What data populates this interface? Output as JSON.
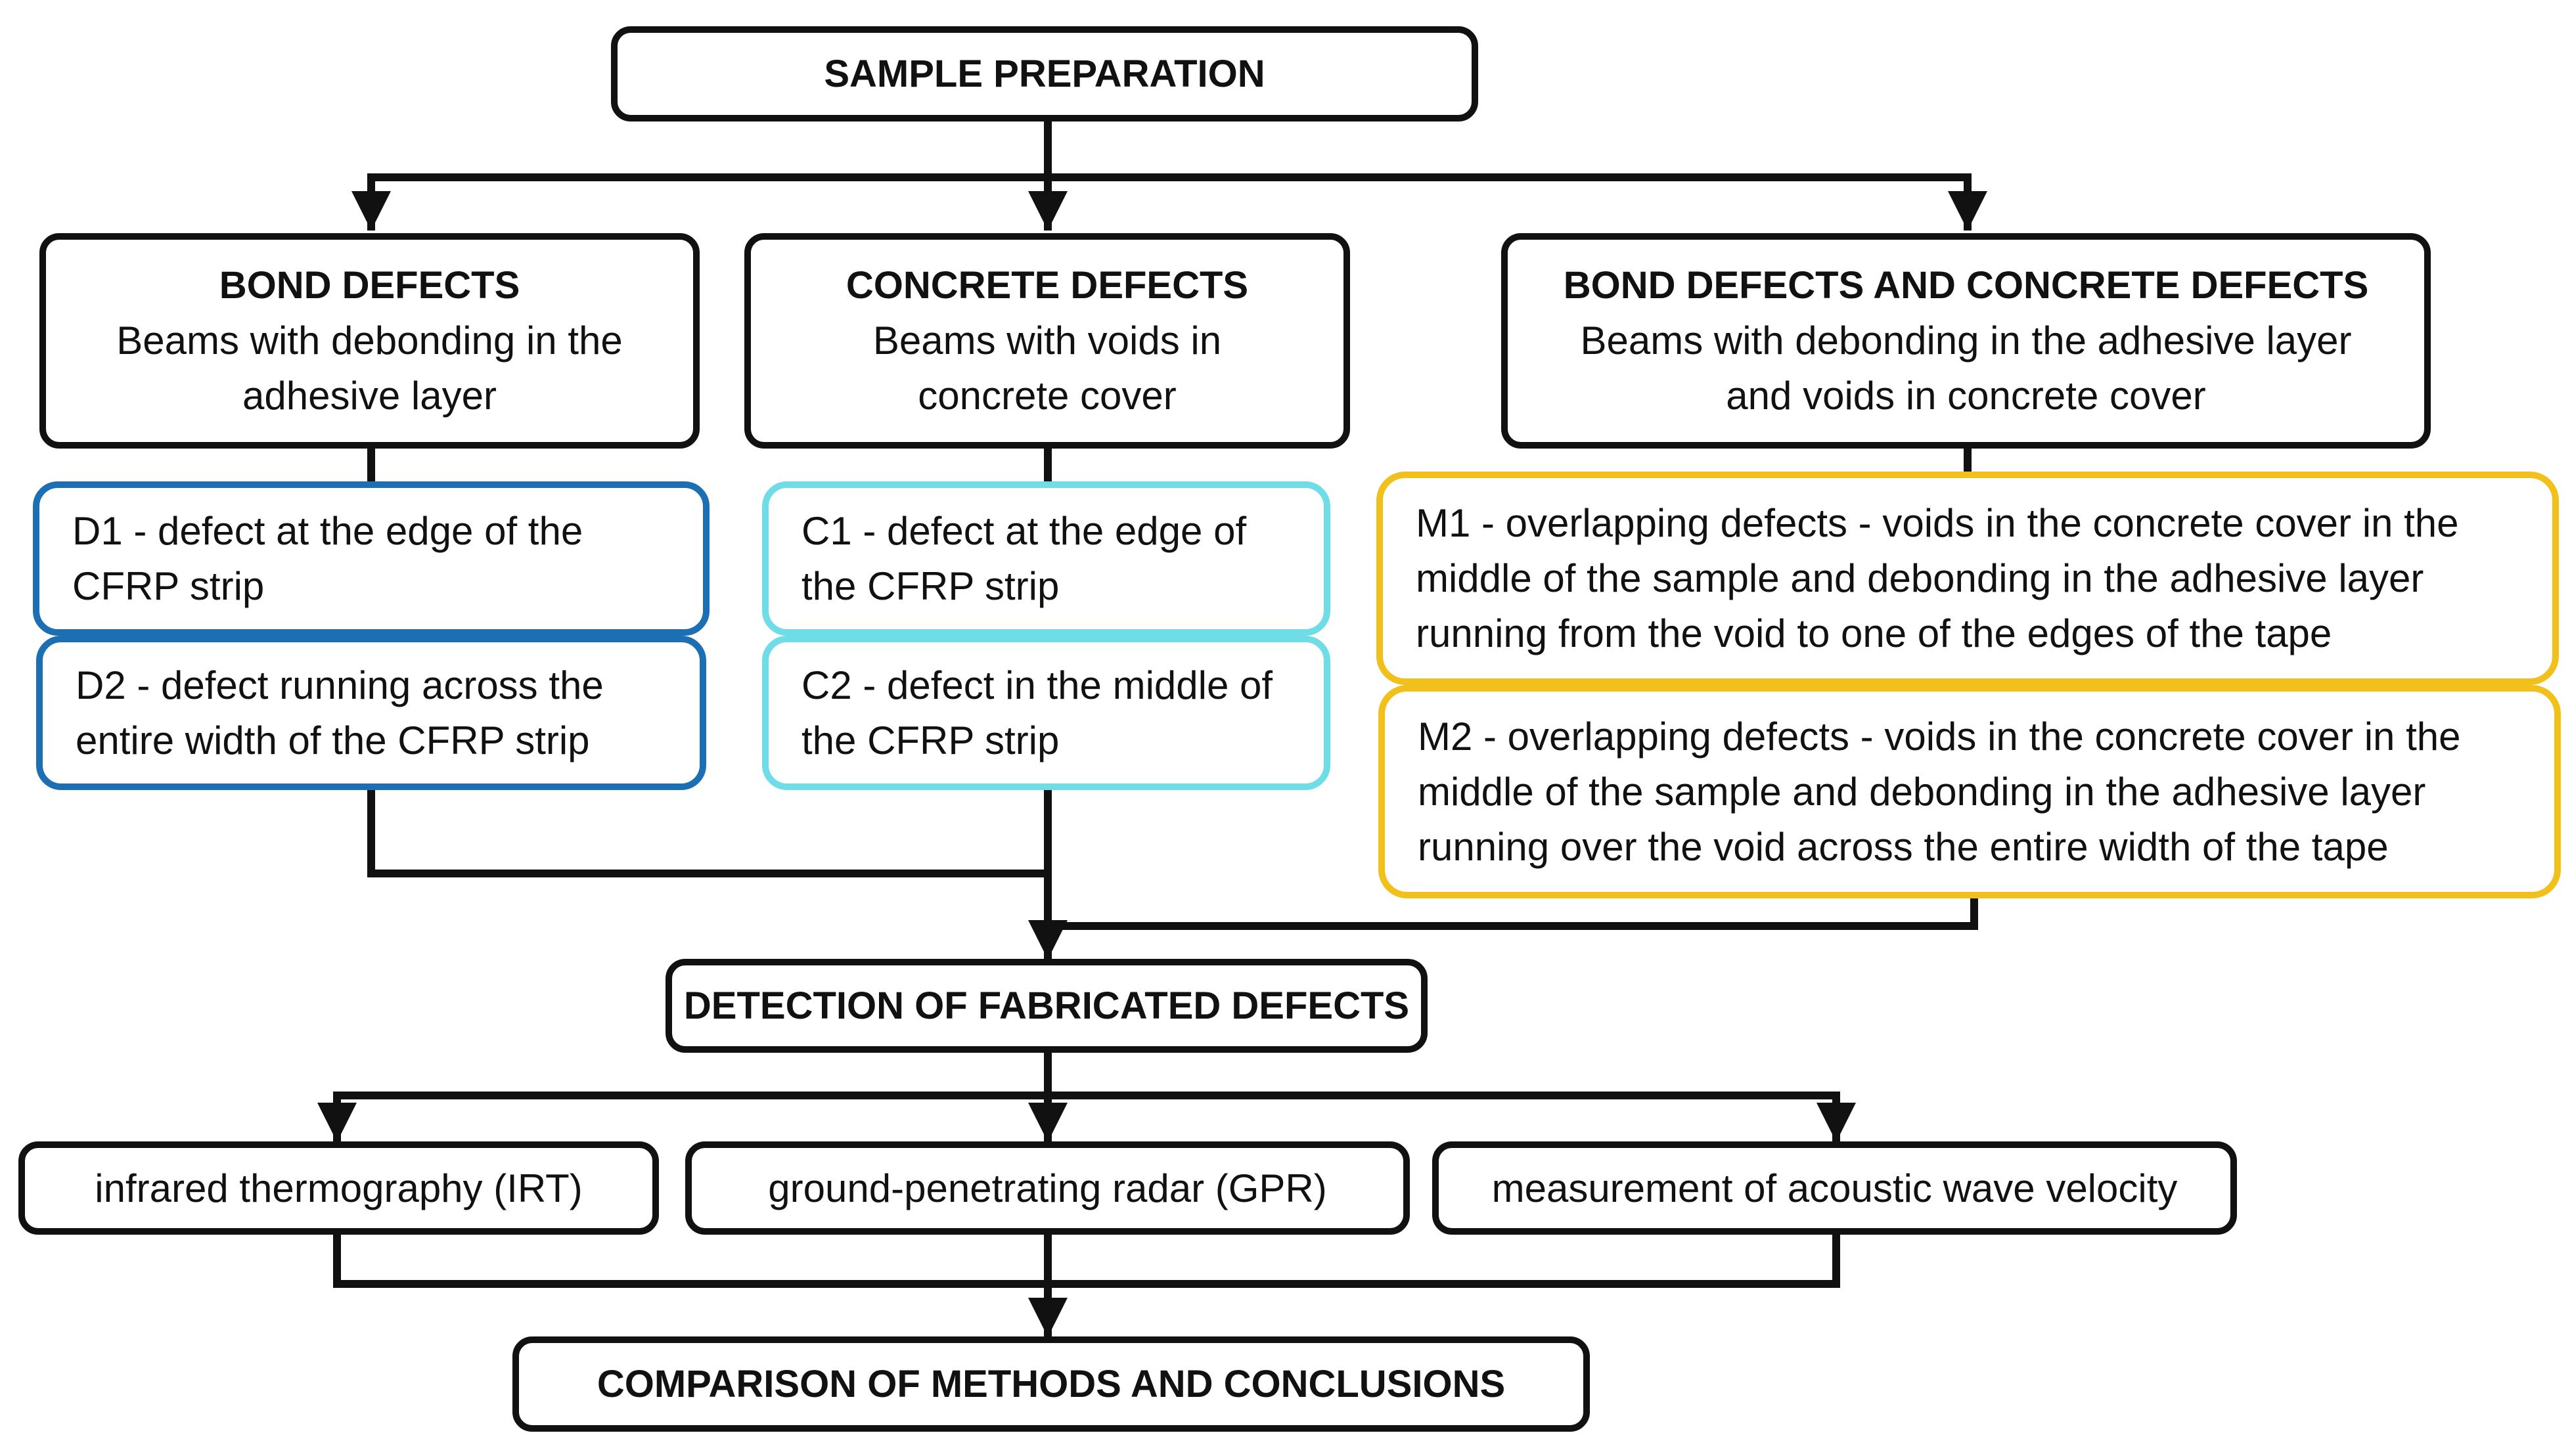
{
  "sample_preparation": "SAMPLE PREPARATION",
  "bond_defects": {
    "title": "BOND DEFECTS",
    "desc_1": "Beams with debonding in the",
    "desc_2": "adhesive layer",
    "items": [
      {
        "line_1": "D1 - defect at the edge of the",
        "line_2": "CFRP strip"
      },
      {
        "line_1": "D2 - defect running across the",
        "line_2": "entire width of the CFRP strip"
      }
    ]
  },
  "concrete_defects": {
    "title": "CONCRETE DEFECTS",
    "desc_1": "Beams with voids in",
    "desc_2": "concrete cover",
    "items": [
      {
        "line_1": "C1 - defect at the edge of",
        "line_2": "the CFRP strip"
      },
      {
        "line_1": "C2 - defect in the middle of",
        "line_2": "the CFRP strip"
      }
    ]
  },
  "combined_defects": {
    "title": "BOND DEFECTS AND CONCRETE DEFECTS",
    "desc_1": "Beams with debonding in the adhesive layer",
    "desc_2": "and voids in concrete cover",
    "items": [
      {
        "line_1": "M1 - overlapping defects - voids in the concrete cover in the",
        "line_2": "middle of the sample and debonding in the adhesive layer",
        "line_3": "running from the void to one of the edges of the tape"
      },
      {
        "line_1": "M2 - overlapping defects - voids in the concrete cover in the",
        "line_2": "middle of the sample and debonding in the adhesive layer",
        "line_3": "running over the void across the entire width of the tape"
      }
    ]
  },
  "detection": "DETECTION OF FABRICATED DEFECTS",
  "methods": [
    "infrared thermography (IRT)",
    "ground-penetrating radar (GPR)",
    "measurement of acoustic wave velocity"
  ],
  "comparison": "COMPARISON OF METHODS AND CONCLUSIONS",
  "colors": {
    "bond_items": "#1d6fb3",
    "concrete_items": "#6fdde8",
    "combined_items": "#f2c01b",
    "lines": "#111111"
  }
}
